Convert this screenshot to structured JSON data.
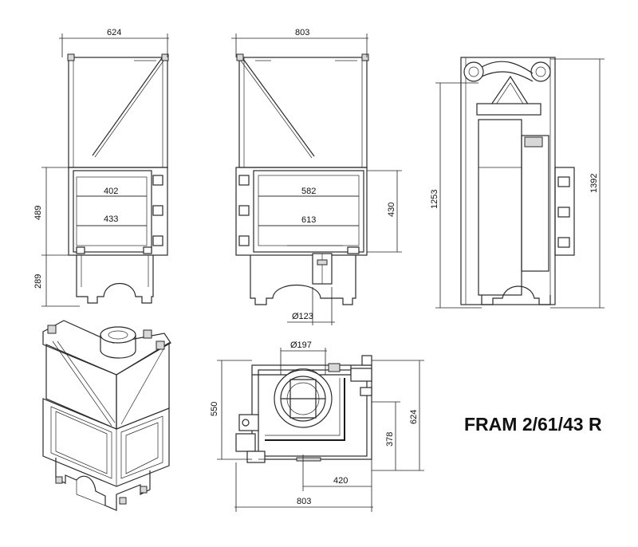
{
  "title": "FRAM 2/61/43 R",
  "dimensions": {
    "front_width": "624",
    "front_inner_1": "402",
    "front_inner_2": "433",
    "front_height": "489",
    "front_base": "289",
    "side_width": "803",
    "side_inner_1": "582",
    "side_inner_2": "613",
    "side_glass_height": "430",
    "flue_side": "Ø123",
    "profile_height": "1253",
    "total_height": "1392",
    "flue_top": "Ø197",
    "plan_depth": "550",
    "plan_right": "624",
    "plan_right_inner": "378",
    "plan_inner_width": "420",
    "plan_width": "803"
  }
}
